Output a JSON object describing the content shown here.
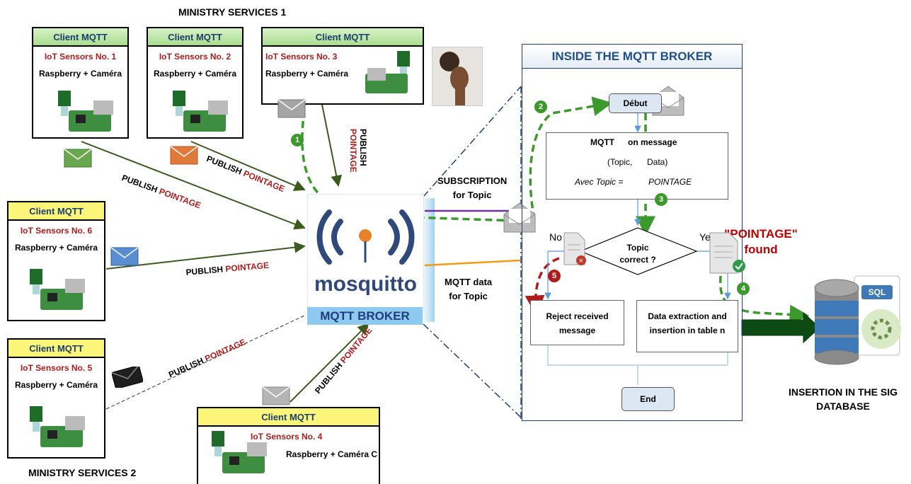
{
  "ministry_services_1": "MINISTRY SERVICES 1",
  "ministry_services_2": "MINISTRY SERVICES 2",
  "clients": [
    {
      "header": "Client MQTT",
      "sensor": "IoT Sensors No. 1",
      "device": "Raspberry + Caméra"
    },
    {
      "header": "Client MQTT",
      "sensor": "IoT Sensors No. 2",
      "device": "Raspberry + Caméra"
    },
    {
      "header": "Client MQTT",
      "sensor": "IoT Sensors No. 3",
      "device": "Raspberry + Caméra"
    },
    {
      "header": "Client MQTT",
      "sensor": "IoT Sensors No. 6",
      "device": "Raspberry + Caméra"
    },
    {
      "header": "Client MQTT",
      "sensor": "IoT Sensors No. 5",
      "device": "Raspberry + Caméra"
    },
    {
      "header": "Client MQTT",
      "sensor": "IoT Sensors No. 4",
      "device": "Raspberry + Caméra C"
    }
  ],
  "publish": {
    "word": "PUBLISH",
    "topic": "POINTAGE"
  },
  "broker": {
    "logo_text": "mosquitto",
    "label": "MQTT BROKER"
  },
  "subscription": {
    "line1": "SUBSCRIPTION",
    "line2": "for Topic"
  },
  "mqtt_data": {
    "line1": "MQTT data",
    "line2": "for Topic"
  },
  "inside": {
    "title": "INSIDE THE MQTT BROKER",
    "start": "Début",
    "process": {
      "line1a": "MQTT",
      "line1b": "on message",
      "line2a": "(Topic,",
      "line2b": "Data)",
      "line3a": "Avec Topic =",
      "line3b": "POINTAGE"
    },
    "decision": {
      "line1": "Topic",
      "line2": "correct ?"
    },
    "no": "No",
    "yes": "Yes",
    "found": {
      "line1": "\"POINTAGE\"",
      "line2": "found"
    },
    "reject": {
      "line1": "Reject received",
      "line2": "message"
    },
    "extract": {
      "line1": "Data extraction and",
      "line2": "insertion in table n"
    },
    "end": "End",
    "steps": [
      "1",
      "2",
      "3",
      "4",
      "5"
    ]
  },
  "database": {
    "badge": "SQL",
    "caption_line1": "INSERTION IN THE SIG",
    "caption_line2": "DATABASE"
  },
  "colors": {
    "green_arrow": "#3c9a2c",
    "dark_green": "#3d5a1e",
    "purple": "#7030a0",
    "orange": "#f39c12",
    "red": "#b01c1c",
    "navy": "#1f3d7a"
  }
}
